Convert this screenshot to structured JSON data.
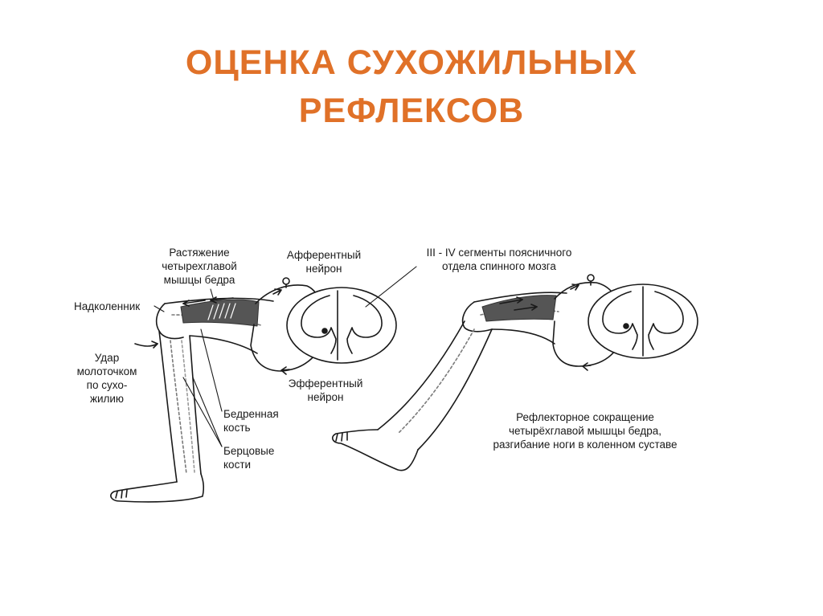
{
  "title": {
    "line1": "ОЦЕНКА СУХОЖИЛЬНЫХ",
    "line2": "РЕФЛЕКСОВ"
  },
  "colors": {
    "title": "#e07128",
    "ink": "#1a1a1a",
    "muscle_shade": "#555555"
  },
  "labels": {
    "stretch": [
      "Растяжение",
      "четырехглавой",
      "мышцы бедра"
    ],
    "afferent": [
      "Афферентный",
      "нейрон"
    ],
    "segments": [
      "III - IV сегменты поясничного",
      "отдела спинного мозга"
    ],
    "kneecap": [
      "Надколенник"
    ],
    "hammer": [
      "Удар",
      "молоточком",
      "по сухо-",
      "жилию"
    ],
    "efferent": [
      "Эфферентный",
      "нейрон"
    ],
    "femur": [
      "Бедренная",
      "кость"
    ],
    "tibia": [
      "Берцовые",
      "кости"
    ],
    "contraction": [
      "Рефлекторное сокращение",
      "четырёхглавой мышцы бедра,",
      "разгибание ноги в коленном суставе"
    ]
  }
}
